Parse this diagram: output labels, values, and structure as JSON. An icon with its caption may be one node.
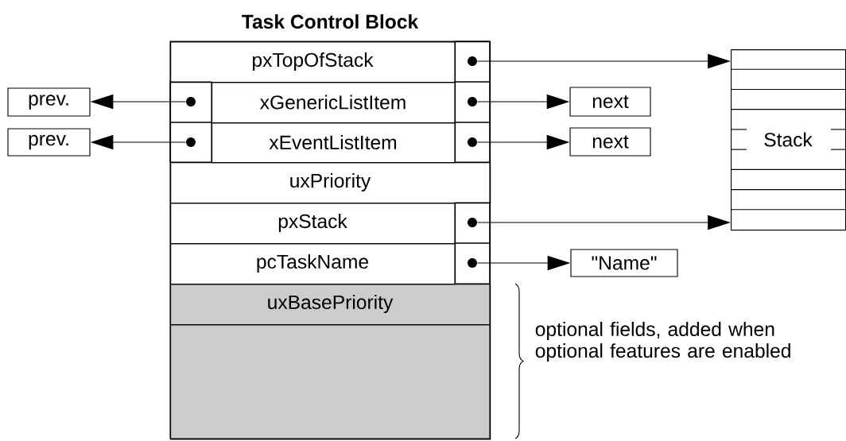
{
  "diagram": {
    "nodes": [
      {
        "text": [
          "Task Control Block"
        ]
      },
      {
        "text": [
          "pxTopOfStack"
        ],
        "in": 0
      },
      {
        "text": [],
        "shape": "circle",
        "in": 0
      },
      {
        "text": [
          "xGenericListItem"
        ],
        "in": 0
      },
      {
        "text": [],
        "shape": "circle",
        "in": 0
      },
      {
        "text": [],
        "shape": "circle",
        "in": 0
      },
      {
        "text": [
          "xEventListItem"
        ],
        "in": 0
      },
      {
        "text": [],
        "shape": "circle",
        "in": 0
      },
      {
        "text": [],
        "shape": "circle",
        "in": 0
      },
      {
        "text": [
          "uxPriority"
        ],
        "in": 0
      },
      {
        "text": [
          "pxStack"
        ],
        "in": 0
      },
      {
        "text": [],
        "shape": "circle",
        "in": 0
      },
      {
        "text": [
          "pcTaskName"
        ],
        "in": 0
      },
      {
        "text": [],
        "shape": "circle",
        "in": 0
      },
      {
        "text": [
          "uxBasePriority"
        ],
        "in": 0
      },
      {
        "text": [],
        "shape": "box",
        "in": 0
      },
      {
        "text": [
          "prev."
        ]
      },
      {
        "text": [
          "prev."
        ]
      },
      {
        "text": [
          "next"
        ]
      },
      {
        "text": [
          "next"
        ]
      },
      {
        "text": [
          "Stack"
        ]
      },
      {
        "text": [
          "\"Name\""
        ]
      }
    ],
    "edges": [
      {
        "from": 2,
        "to": 20,
        "arrow": "to"
      },
      {
        "from": 4,
        "to": 16,
        "arrow": "to"
      },
      {
        "from": 5,
        "to": 18,
        "arrow": "to"
      },
      {
        "from": 7,
        "to": 17,
        "arrow": "to"
      },
      {
        "from": 8,
        "to": 19,
        "arrow": "to"
      },
      {
        "from": 11,
        "to": 20,
        "arrow": "to"
      },
      {
        "from": 13,
        "to": 21,
        "arrow": "to"
      }
    ],
    "labels": [
      "optional fields, added when optional features are enabled"
    ]
  }
}
